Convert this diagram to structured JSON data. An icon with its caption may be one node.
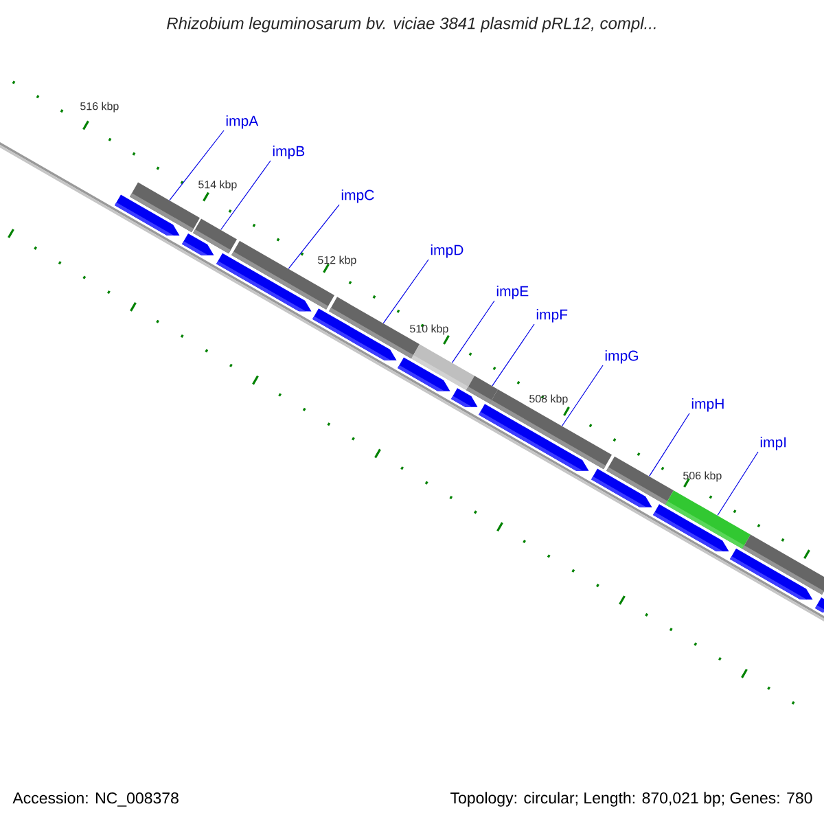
{
  "diagram": {
    "title": "*Rhizobium leguminosarum* *bv. viciae 3841 plasmid pRL12, compl...*",
    "nodes": [
      {
        "text": [
          "impA"
        ]
      },
      {
        "text": [
          "impB"
        ]
      },
      {
        "text": [
          "impC"
        ]
      },
      {
        "text": [
          "impD"
        ]
      },
      {
        "text": [
          "impE"
        ]
      },
      {
        "text": [
          "impF"
        ]
      },
      {
        "text": [
          "impG"
        ]
      },
      {
        "text": [
          "impH"
        ]
      },
      {
        "text": [
          "impI"
        ]
      },
      {
        "text": [],
        "shape": "bar"
      },
      {
        "text": [],
        "shape": "bar"
      },
      {
        "text": [],
        "shape": "bar"
      },
      {
        "text": [],
        "shape": "bar"
      },
      {
        "text": [],
        "shape": "bar"
      },
      {
        "text": [],
        "shape": "bar"
      },
      {
        "text": [],
        "shape": "bar"
      },
      {
        "text": [],
        "shape": "bar"
      },
      {
        "text": [],
        "shape": "bar"
      },
      {
        "text": [],
        "shape": "bar"
      }
    ],
    "edges": [
      {
        "from": 0,
        "to": 9,
        "arrow": "none"
      },
      {
        "from": 1,
        "to": 10,
        "arrow": "none"
      },
      {
        "from": 2,
        "to": 11,
        "arrow": "none"
      },
      {
        "from": 3,
        "to": 12,
        "arrow": "none"
      },
      {
        "from": 4,
        "to": 13,
        "arrow": "none"
      },
      {
        "from": 5,
        "to": 14,
        "arrow": "none"
      },
      {
        "from": 6,
        "to": 15,
        "arrow": "none"
      },
      {
        "from": 7,
        "to": 16,
        "arrow": "none"
      },
      {
        "from": 8,
        "to": 17,
        "arrow": "none"
      }
    ],
    "labels": [
      "516 kbp",
      "514 kbp",
      "512 kbp",
      "510 kbp",
      "508 kbp",
      "506 kbp",
      "Accession: NC_008378",
      "Topology: circular; Length: 870,021 bp; Genes: 780"
    ]
  }
}
